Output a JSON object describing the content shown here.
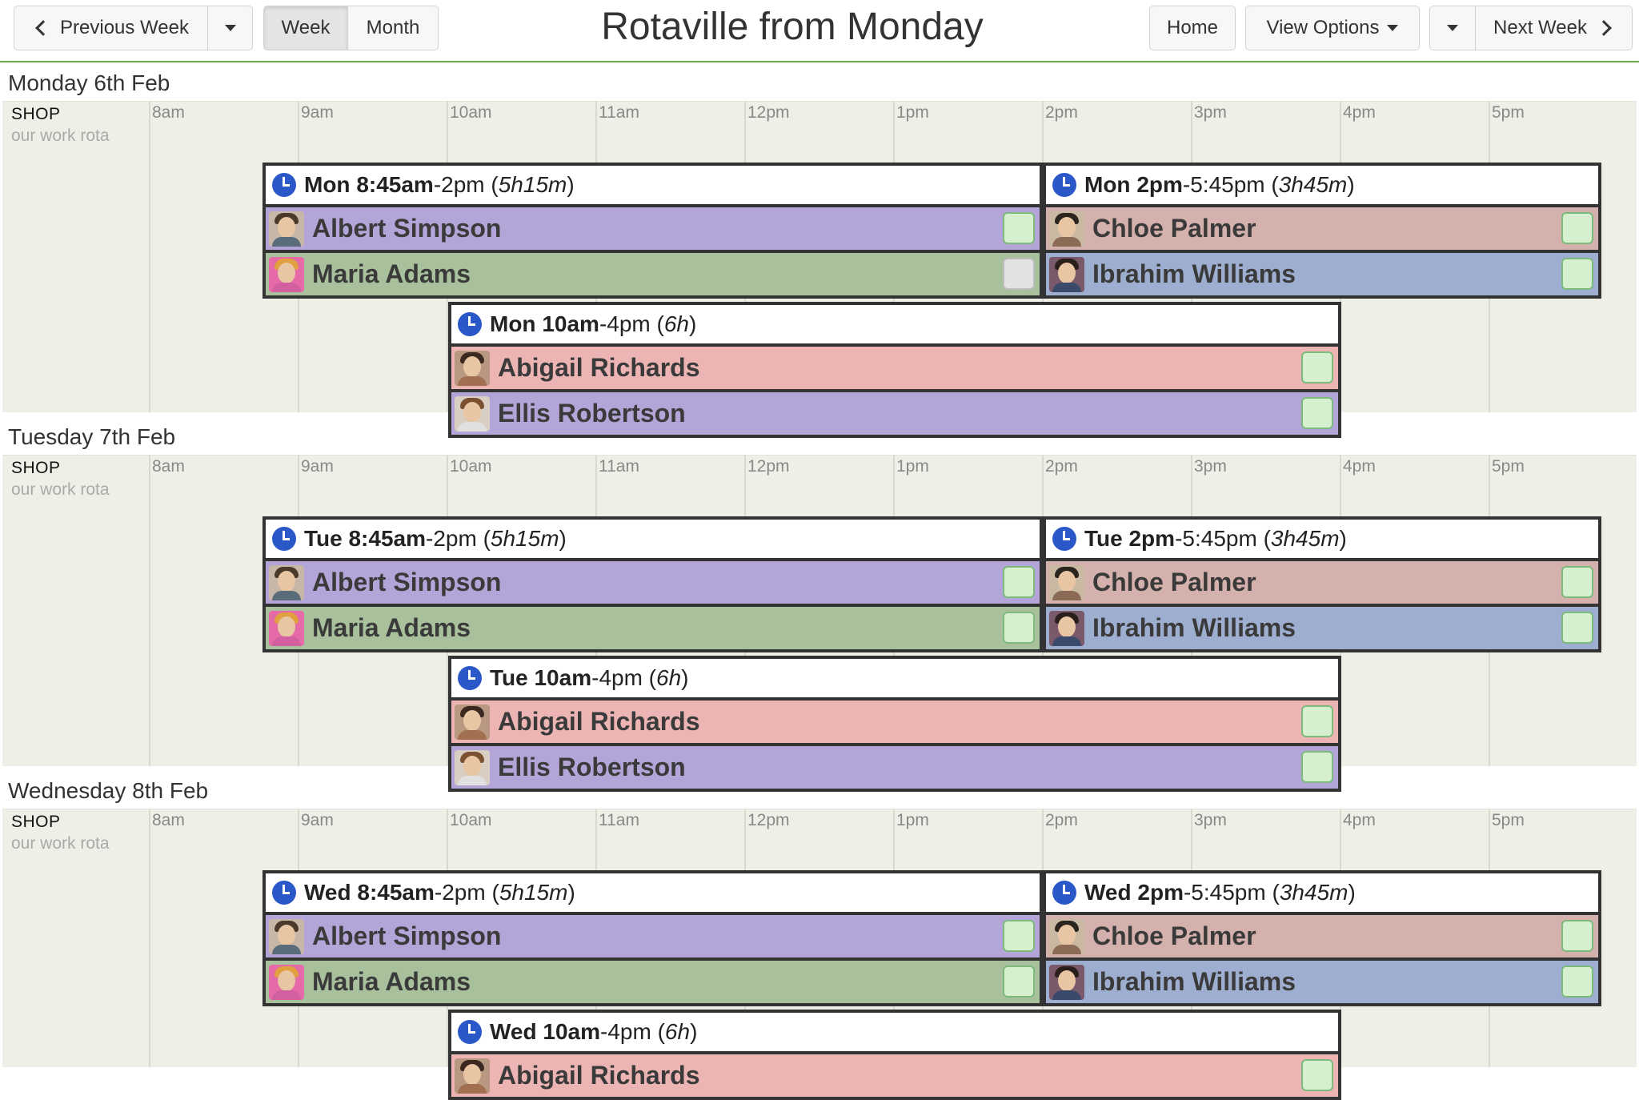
{
  "toolbar": {
    "prev_week": "Previous Week",
    "week": "Week",
    "month": "Month",
    "title": "Rotaville from Monday",
    "home": "Home",
    "view_options": "View Options",
    "next_week": "Next Week"
  },
  "hours": [
    "8am",
    "9am",
    "10am",
    "11am",
    "12pm",
    "1pm",
    "2pm",
    "3pm",
    "4pm",
    "5pm"
  ],
  "days": [
    {
      "title": "Monday 6th Feb",
      "shop": "SHOP",
      "shop_sub": "our work rota",
      "shifts": [
        {
          "day_abbr": "Mon",
          "start": "8:45am",
          "end": "2pm",
          "duration": "5h15m",
          "people": [
            {
              "name": "Albert Simpson",
              "color": "#b3a5d8",
              "confirmed": true
            },
            {
              "name": "Maria Adams",
              "color": "#a8c09c",
              "confirmed": false
            }
          ]
        },
        {
          "day_abbr": "Mon",
          "start": "2pm",
          "end": "5:45pm",
          "duration": "3h45m",
          "people": [
            {
              "name": "Chloe Palmer",
              "color": "#d4b1ad",
              "confirmed": true
            },
            {
              "name": "Ibrahim Williams",
              "color": "#9eaed0",
              "confirmed": true
            }
          ]
        },
        {
          "day_abbr": "Mon",
          "start": "10am",
          "end": "4pm",
          "duration": "6h",
          "people": [
            {
              "name": "Abigail Richards",
              "color": "#ecb4b3",
              "confirmed": true
            },
            {
              "name": "Ellis Robertson",
              "color": "#b3a5d8",
              "confirmed": true
            }
          ]
        }
      ]
    },
    {
      "title": "Tuesday 7th Feb",
      "shop": "SHOP",
      "shop_sub": "our work rota",
      "shifts": [
        {
          "day_abbr": "Tue",
          "start": "8:45am",
          "end": "2pm",
          "duration": "5h15m",
          "people": [
            {
              "name": "Albert Simpson",
              "color": "#b3a5d8",
              "confirmed": true
            },
            {
              "name": "Maria Adams",
              "color": "#a8c09c",
              "confirmed": true
            }
          ]
        },
        {
          "day_abbr": "Tue",
          "start": "2pm",
          "end": "5:45pm",
          "duration": "3h45m",
          "people": [
            {
              "name": "Chloe Palmer",
              "color": "#d4b1ad",
              "confirmed": true
            },
            {
              "name": "Ibrahim Williams",
              "color": "#9eaed0",
              "confirmed": true
            }
          ]
        },
        {
          "day_abbr": "Tue",
          "start": "10am",
          "end": "4pm",
          "duration": "6h",
          "people": [
            {
              "name": "Abigail Richards",
              "color": "#ecb4b3",
              "confirmed": true
            },
            {
              "name": "Ellis Robertson",
              "color": "#b3a5d8",
              "confirmed": true
            }
          ]
        }
      ]
    },
    {
      "title": "Wednesday 8th Feb",
      "shop": "SHOP",
      "shop_sub": "our work rota",
      "shifts": [
        {
          "day_abbr": "Wed",
          "start": "8:45am",
          "end": "2pm",
          "duration": "5h15m",
          "people": [
            {
              "name": "Albert Simpson",
              "color": "#b3a5d8",
              "confirmed": true
            },
            {
              "name": "Maria Adams",
              "color": "#a8c09c",
              "confirmed": true
            }
          ]
        },
        {
          "day_abbr": "Wed",
          "start": "2pm",
          "end": "5:45pm",
          "duration": "3h45m",
          "people": [
            {
              "name": "Chloe Palmer",
              "color": "#d4b1ad",
              "confirmed": true
            },
            {
              "name": "Ibrahim Williams",
              "color": "#9eaed0",
              "confirmed": true
            }
          ]
        },
        {
          "day_abbr": "Wed",
          "start": "10am",
          "end": "4pm",
          "duration": "6h",
          "people": [
            {
              "name": "Abigail Richards",
              "color": "#ecb4b3",
              "confirmed": true
            }
          ]
        }
      ]
    }
  ]
}
